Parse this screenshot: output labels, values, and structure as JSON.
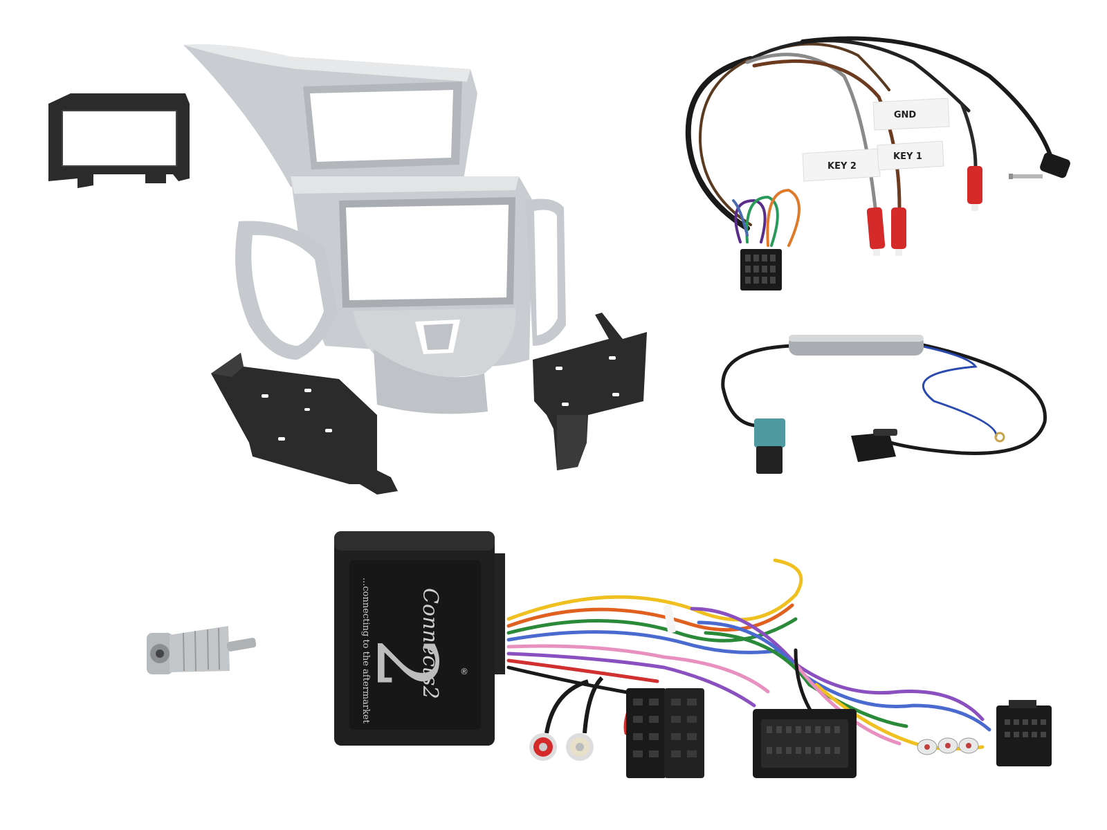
{
  "cable_labels": {
    "gnd": "GND",
    "key_2": "KEY 2",
    "key_1": "KEY 1"
  },
  "interface_box": {
    "brand_logo_text": "Connects2",
    "slogan": "...connecting to the aftermarket",
    "registered_mark": "®"
  },
  "colors": {
    "background": "#ffffff",
    "fascia_silver": "#c9ccd0",
    "bracket_black": "#2b2b2b",
    "interface_box": "#1f1f1f",
    "fakra_connector": "#4e9aa0",
    "red_bullet": "#d42a2a"
  }
}
